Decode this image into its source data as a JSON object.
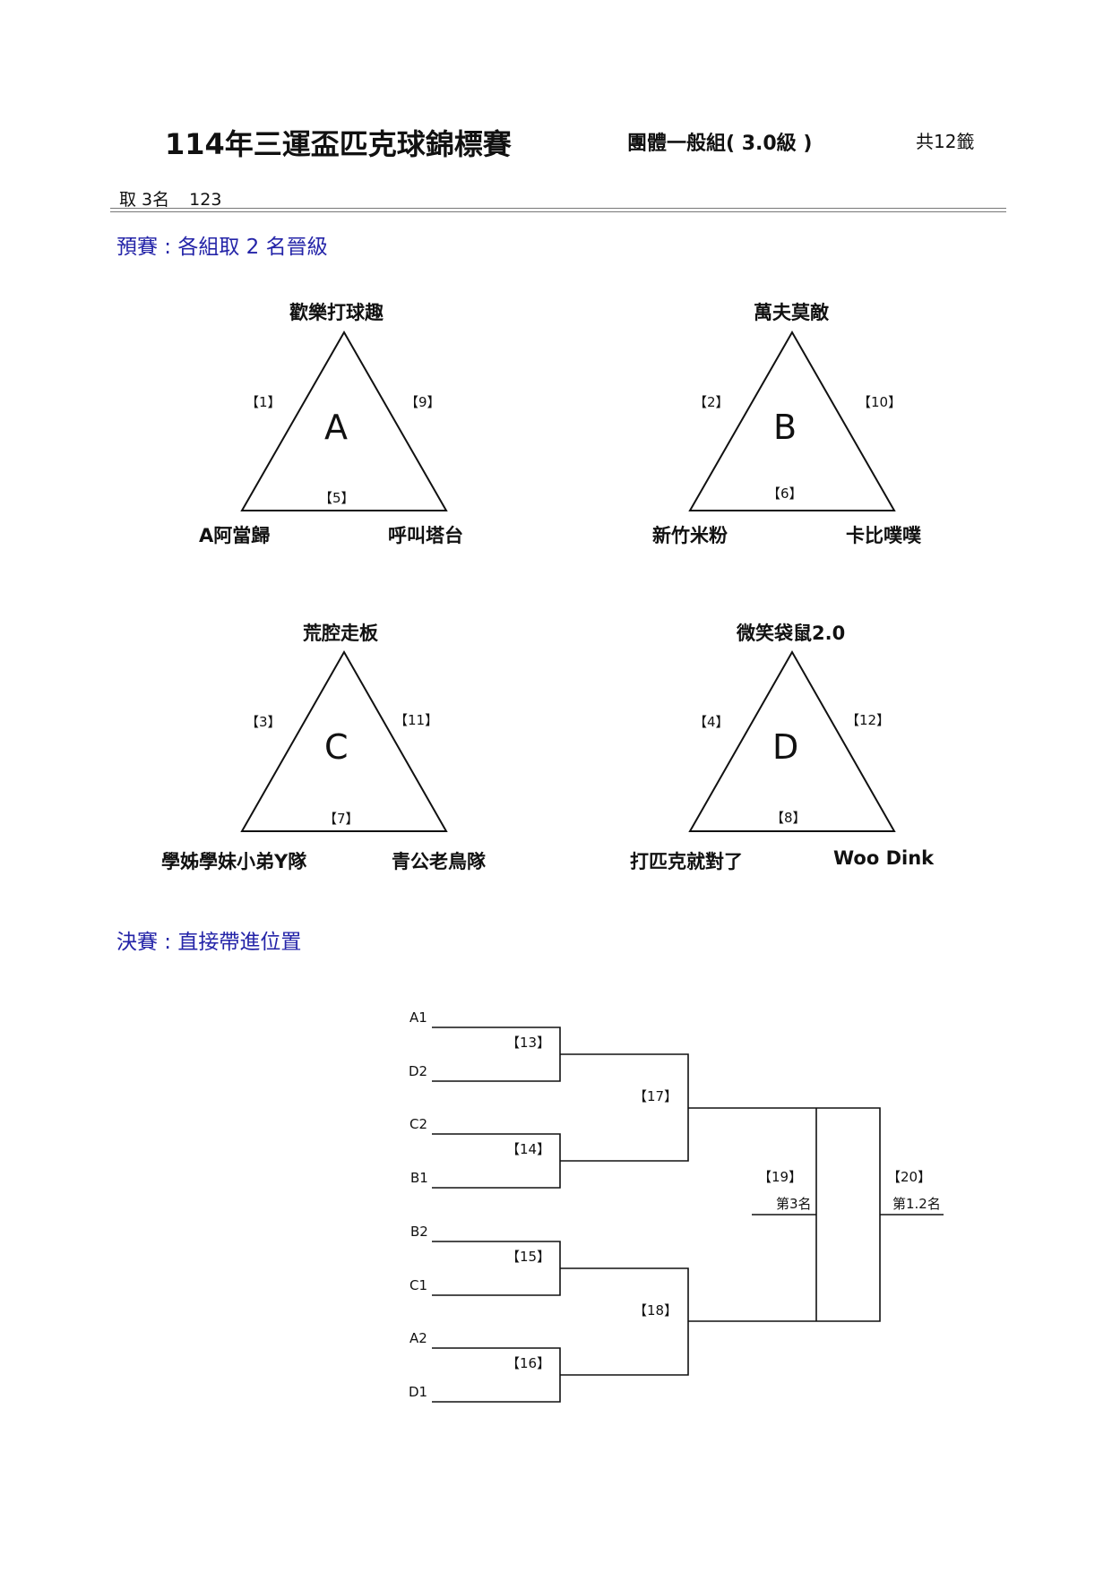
{
  "header": {
    "title": "114年三運盃匹克球錦標賽",
    "division": "團體一般組( 3.0級 )",
    "total": "共12籤",
    "take_label": "取 3名",
    "take_value": "123"
  },
  "sections": {
    "prelim": "預賽 : 各組取 2 名晉級",
    "final": "決賽 : 直接帶進位置"
  },
  "groups": [
    {
      "letter": "A",
      "top": "歡樂打球趣",
      "left": "A阿當歸",
      "right": "呼叫塔台",
      "m_left": "【1】",
      "m_right": "【9】",
      "m_bottom": "【5】"
    },
    {
      "letter": "B",
      "top": "萬夫莫敵",
      "left": "新竹米粉",
      "right": "卡比噗噗",
      "m_left": "【2】",
      "m_right": "【10】",
      "m_bottom": "【6】"
    },
    {
      "letter": "C",
      "top": "荒腔走板",
      "left": "學姊學妹小弟Y隊",
      "right": "青公老鳥隊",
      "m_left": "【3】",
      "m_right": "【11】",
      "m_bottom": "【7】"
    },
    {
      "letter": "D",
      "top": "微笑袋鼠2.0",
      "left": "打匹克就對了",
      "right": "Woo Dink",
      "m_left": "【4】",
      "m_right": "【12】",
      "m_bottom": "【8】"
    }
  ],
  "bracket": {
    "slots": [
      "A1",
      "D2",
      "C2",
      "B1",
      "B2",
      "C1",
      "A2",
      "D1"
    ],
    "matches": [
      "【13】",
      "【14】",
      "【15】",
      "【16】",
      "【17】",
      "【18】",
      "【19】",
      "【20】"
    ],
    "third_place": "第3名",
    "first_second": "第1.2名"
  }
}
